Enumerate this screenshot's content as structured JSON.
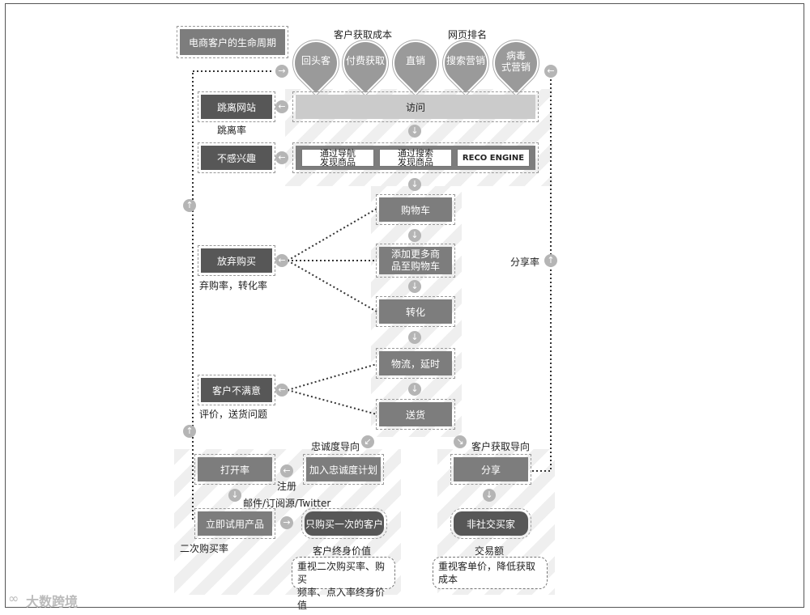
{
  "title": "电商客户的生命周期",
  "top_labels": {
    "acq_cost": "客户获取成本",
    "page_rank": "网页排名"
  },
  "pins": [
    "回头客",
    "付费获取",
    "直销",
    "搜索营销",
    "病毒\n式营销"
  ],
  "visit": "访问",
  "discover": {
    "nav": "通过导航\n发现商品",
    "search": "通过搜索\n发现商品",
    "engine": "RECO ENGINE"
  },
  "flow": {
    "cart": "购物车",
    "add_more": "添加更多商\n品至购物车",
    "convert": "转化",
    "logistics": "物流，延时",
    "deliver": "送货"
  },
  "left": {
    "bounce": "跳离网站",
    "bounce_rate": "跳离率",
    "not_interested": "不感兴趣",
    "abandon": "放弃购买",
    "abandon_rate": "弃购率，转化率",
    "unsatisfied": "客户不满意",
    "review": "评价，送货问题"
  },
  "loyalty": {
    "orientation": "忠诚度导向",
    "join": "加入忠诚度计划",
    "register": "注册",
    "open_rate": "打开率",
    "channels": "邮件/订阅源/Twitter",
    "try_product": "立即试用产品",
    "one_time": "只购买一次的客户",
    "repurchase_rate": "二次购买率",
    "lifetime_value": "客户终身价值",
    "lifetime_note": "重视二次购买率、购买\n频率、点入率终身价值"
  },
  "acquisition": {
    "orientation": "客户获取导向",
    "share": "分享",
    "share_rate": "分享率",
    "non_social": "非社交买家",
    "volume": "交易额",
    "volume_note": "重视客单价，降低获取\n成本"
  },
  "watermark": "大数跨境"
}
